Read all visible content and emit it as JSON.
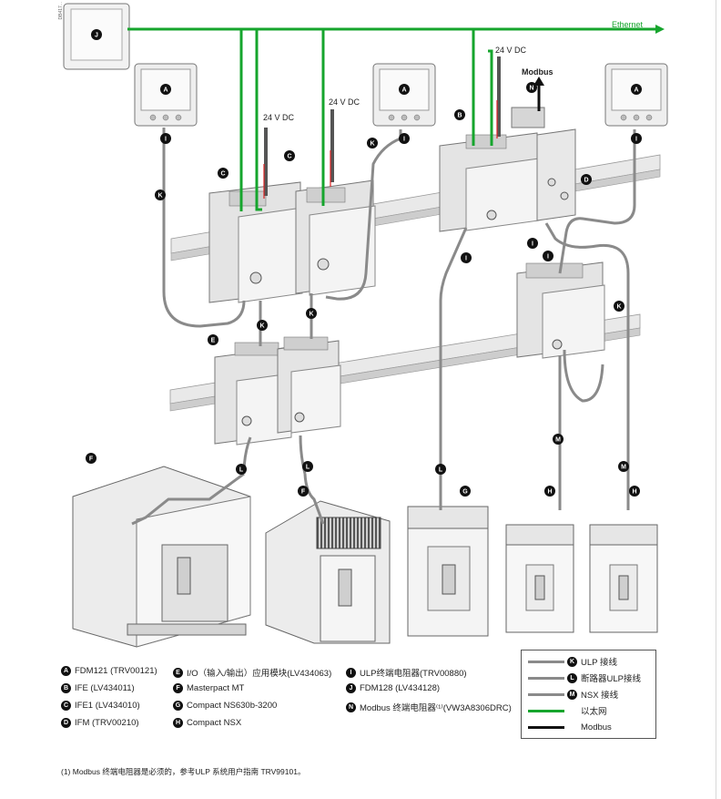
{
  "doc_tag": "DB417...",
  "callout_letters": {
    "a": "A",
    "b": "B",
    "c": "C",
    "d": "D",
    "e": "E",
    "f": "F",
    "g": "G",
    "h": "H",
    "i": "I",
    "j": "J",
    "k": "K",
    "l": "L",
    "m": "M",
    "n": "N"
  },
  "diagram_labels": {
    "ethernet": "Ethernet",
    "dc24": "24 V DC",
    "modbus": "Modbus"
  },
  "legend": [
    {
      "letter": "A",
      "text": "FDM121 (TRV00121)"
    },
    {
      "letter": "B",
      "text": "IFE (LV434011)"
    },
    {
      "letter": "C",
      "text": "IFE1 (LV434010)"
    },
    {
      "letter": "D",
      "text": "IFM (TRV00210)"
    },
    {
      "letter": "E",
      "text": "I/O（输入/输出）应用模块(LV434063)"
    },
    {
      "letter": "F",
      "text": "Masterpact MT"
    },
    {
      "letter": "G",
      "text": "Compact NS630b-3200"
    },
    {
      "letter": "H",
      "text": "Compact NSX"
    },
    {
      "letter": "I",
      "text": "ULP终端电阻器(TRV00880)"
    },
    {
      "letter": "J",
      "text": "FDM128 (LV434128)"
    },
    {
      "letter": "N",
      "text": "Modbus 终端电阻器⁽¹⁾(VW3A8306DRC)"
    }
  ],
  "cable_key": [
    {
      "letter": "K",
      "text": "ULP 接线",
      "color": "#8a8a8a"
    },
    {
      "letter": "L",
      "text": "断路器ULP接线",
      "color": "#8a8a8a"
    },
    {
      "letter": "M",
      "text": "NSX 接线",
      "color": "#8a8a8a"
    },
    {
      "letter": "",
      "text": "以太网",
      "color": "#16a52d"
    },
    {
      "letter": "",
      "text": "Modbus",
      "color": "#111111"
    }
  ],
  "footnote": "(1) Modbus 终端电阻器是必须的，参考ULP 系统用户指南 TRV99101。",
  "colors": {
    "ethernet": "#16a52d",
    "ulp": "#8a8a8a",
    "modbus": "#111111",
    "device": "#dcdcdc"
  }
}
